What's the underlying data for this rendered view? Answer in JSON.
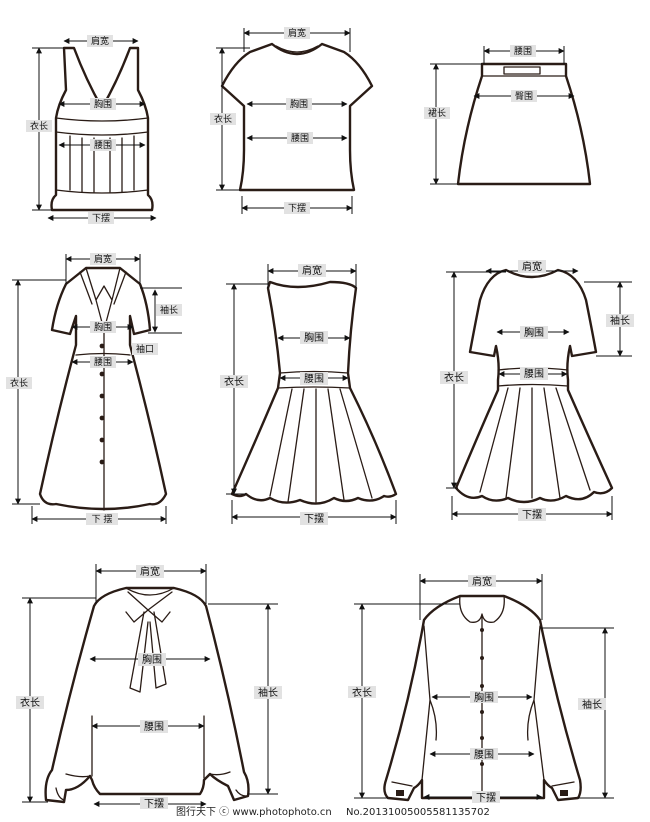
{
  "garments": {
    "camisole": {
      "shoulder": "肩宽",
      "chest": "胸围",
      "waist": "腰围",
      "length": "衣长",
      "hem": "下摆"
    },
    "tshirt": {
      "shoulder": "肩宽",
      "chest": "胸围",
      "waist": "腰围",
      "length": "衣长",
      "hem": "下摆"
    },
    "skirt": {
      "waist": "腰围",
      "hip": "臀围",
      "length": "裙长"
    },
    "shirt_dress": {
      "shoulder": "肩宽",
      "sleeve": "袖长",
      "cuff": "袖口",
      "chest": "胸围",
      "waist": "腰围",
      "length": "衣长",
      "hem": "下 摆"
    },
    "sleeveless_dress": {
      "shoulder": "肩宽",
      "chest": "胸围",
      "waist": "腰围",
      "length": "衣长",
      "hem": "下摆"
    },
    "puff_dress": {
      "shoulder": "肩宽",
      "sleeve": "袖长",
      "chest": "胸围",
      "waist": "腰围",
      "length": "衣长",
      "hem": "下摆"
    },
    "bow_blouse": {
      "shoulder": "肩宽",
      "chest": "胸围",
      "waist": "腰围",
      "length": "衣长",
      "sleeve": "袖长",
      "hem": "下摆"
    },
    "collar_shirt": {
      "shoulder": "肩宽",
      "chest": "胸围",
      "waist": "腰围",
      "length": "衣长",
      "sleeve": "袖长",
      "hem": "下摆"
    }
  },
  "footer": {
    "left": "图行天下 ⓒ www.photophoto.cn",
    "right": "No.20131005005581135702"
  }
}
